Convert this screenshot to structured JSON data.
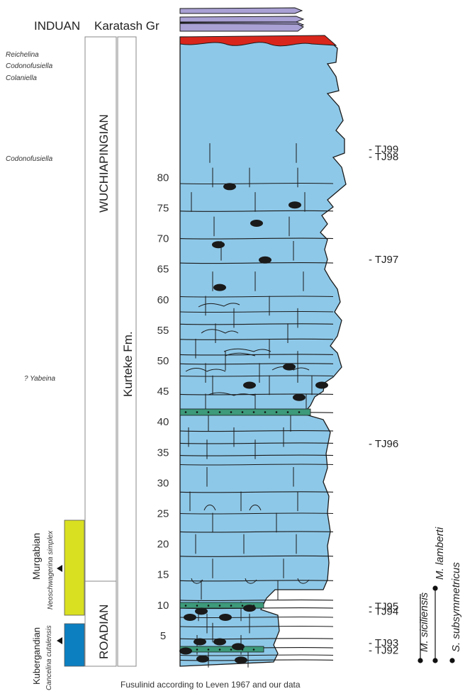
{
  "header": {
    "stage_induan": "INDUAN",
    "group_karatash": "Karatash Gr"
  },
  "stages": {
    "wuchiapingian": "WUCHIAPINGIAN",
    "roadian": "ROADIAN"
  },
  "formation": "Kurteke Fm.",
  "scale_ticks": [
    5,
    10,
    15,
    20,
    25,
    30,
    35,
    40,
    45,
    50,
    55,
    60,
    65,
    70,
    75,
    80
  ],
  "fusulinid_zones_top": {
    "zone_1": "Reichelina",
    "zone_2": "Codonofusiella",
    "zone_3": "Colaniella",
    "zone_mid": "Codonofusiella",
    "zone_yabeina": "? Yabeina"
  },
  "lower_zones": {
    "murgabian": {
      "name": "Murgabian",
      "species": "Neoschwagerina simplex",
      "color": "#d9e021"
    },
    "kubergandian": {
      "name": "Kubergandian",
      "species": "Cancelina cutalensis",
      "color": "#0c7fc1"
    }
  },
  "samples": [
    {
      "label": "- TJ99",
      "level": 84.6
    },
    {
      "label": "- TJ98",
      "level": 83.4
    },
    {
      "label": "- TJ97",
      "level": 66.6
    },
    {
      "label": "- TJ96",
      "level": 36.4
    },
    {
      "label": "- TJ95",
      "level": 9.8
    },
    {
      "label": "- TJ94",
      "level": 9.0
    },
    {
      "label": "- TJ93",
      "level": 3.8
    },
    {
      "label": "- TJ92",
      "level": 2.6
    }
  ],
  "conodonts": {
    "sicilensis": "M. siciliensis",
    "lamberti": "M. lamberti",
    "subsymmetricus": "S. subsymmetricus"
  },
  "caption": "Fusulinid according to Leven 1967 and our data",
  "colors": {
    "limestone": "#8ec8e8",
    "top_red": "#d9261c",
    "induan_purple": "#a9a0d4",
    "green_bed": "#3d9a7a",
    "nodule": "#1a1a1a"
  }
}
